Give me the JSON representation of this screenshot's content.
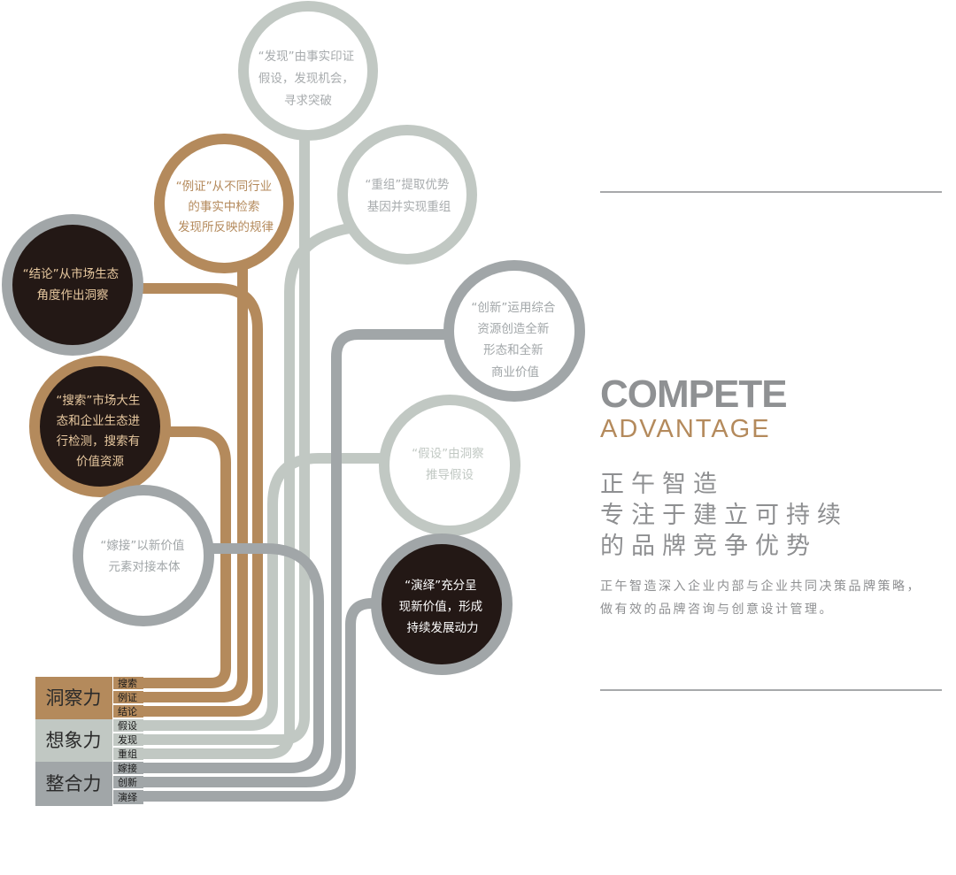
{
  "colors": {
    "brown": "#b48a5c",
    "light_gray": "#c1c8c3",
    "gray": "#a1a6a8",
    "dark": "#231815",
    "white": "#ffffff",
    "tan_text": "#e8c9a0",
    "gray_text": "#a7abad"
  },
  "nodes": {
    "faxian": [
      "“发现”由事实印证",
      "假设，发现机会，",
      "寻求突破"
    ],
    "lizheng": [
      "“例证”从不同行业",
      "的事实中检索",
      "发现所反映的规律"
    ],
    "chongzu": [
      "“重组”提取优势",
      "基因并实现重组"
    ],
    "jielun": [
      "“结论”从市场生态",
      "角度作出洞察"
    ],
    "chuangxin": [
      "“创新”运用综合",
      "资源创造全新",
      "形态和全新",
      "商业价值"
    ],
    "sousuo": [
      "“搜索”市场大生",
      "态和企业生态进",
      "行检测，搜索有",
      "价值资源"
    ],
    "jiashe": [
      "“假设”由洞察",
      "推导假设"
    ],
    "jiajie": [
      "“嫁接”以新价值",
      "元素对接本体"
    ],
    "yanyi": [
      "“演绎”充分呈",
      "现新价值，形成",
      "持续发展动力"
    ]
  },
  "categories": [
    {
      "title": "洞察力",
      "items": [
        "搜索",
        "例证",
        "结论"
      ]
    },
    {
      "title": "想象力",
      "items": [
        "假设",
        "发现",
        "重组"
      ]
    },
    {
      "title": "整合力",
      "items": [
        "嫁接",
        "创新",
        "演绎"
      ]
    }
  ],
  "panel": {
    "title": "COMPETE",
    "subtitle": "ADVANTAGE",
    "slogan": [
      "正午智造",
      "专注于建立可持续",
      "的品牌竞争优势"
    ],
    "description": [
      "正午智造深入企业内部与企业共同决策品牌策略，",
      "做有效的品牌咨询与创意设计管理。"
    ]
  }
}
